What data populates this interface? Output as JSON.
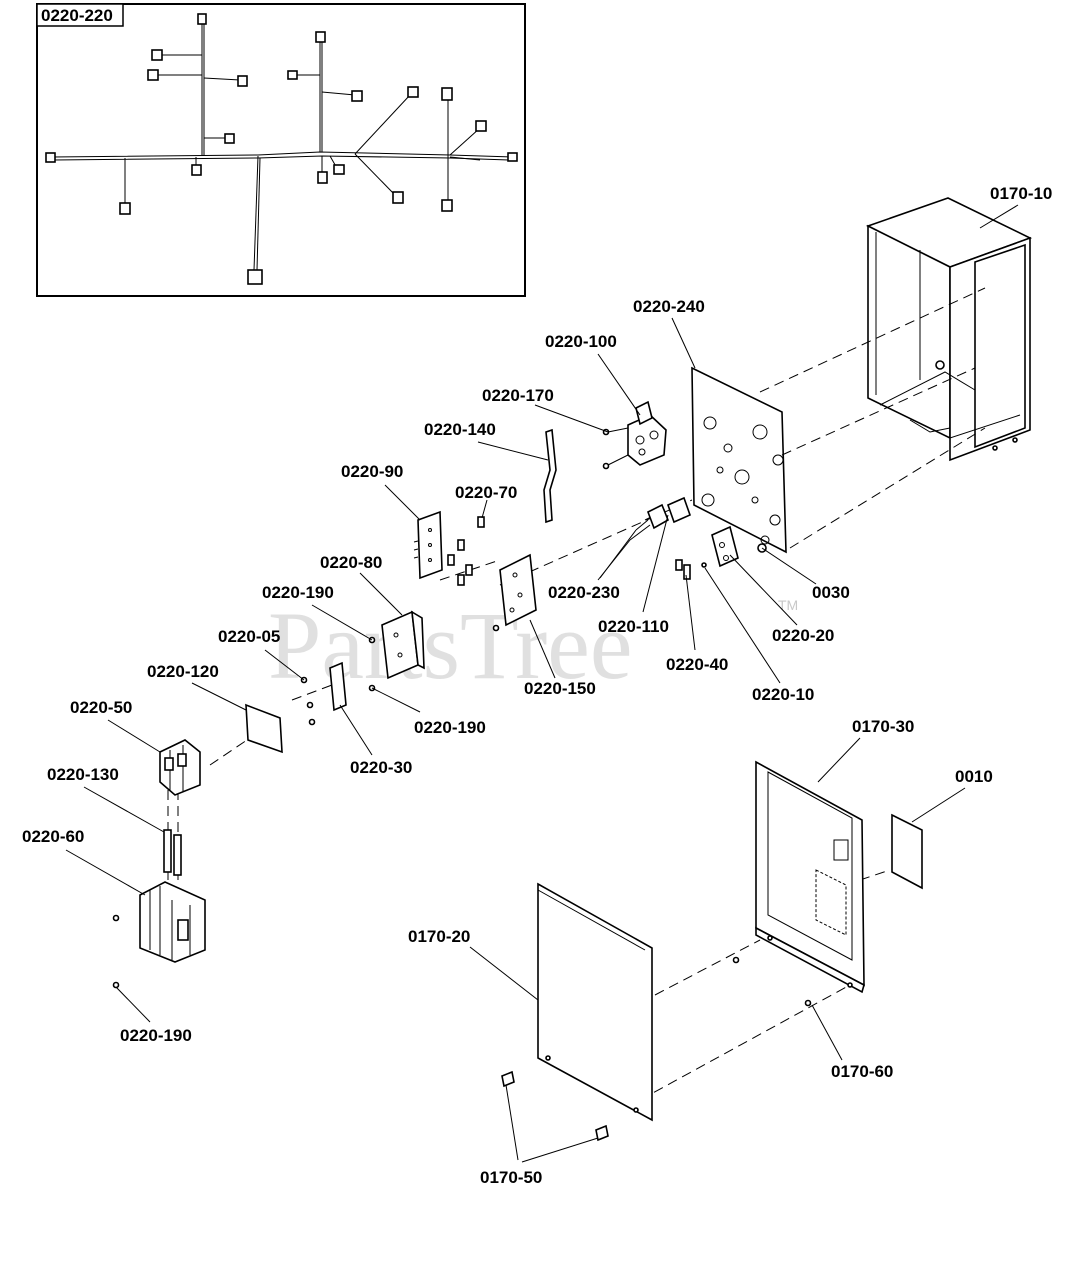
{
  "inset": {
    "label": "0220-220"
  },
  "watermark": {
    "text": "PartsTree",
    "trademark": "TM"
  },
  "callouts": [
    {
      "id": "0170-10",
      "text": "0170-10"
    },
    {
      "id": "0220-240",
      "text": "0220-240"
    },
    {
      "id": "0220-100",
      "text": "0220-100"
    },
    {
      "id": "0220-170",
      "text": "0220-170"
    },
    {
      "id": "0220-140",
      "text": "0220-140"
    },
    {
      "id": "0220-90",
      "text": "0220-90"
    },
    {
      "id": "0220-70",
      "text": "0220-70"
    },
    {
      "id": "0220-80",
      "text": "0220-80"
    },
    {
      "id": "0220-190a",
      "text": "0220-190"
    },
    {
      "id": "0220-05",
      "text": "0220-05"
    },
    {
      "id": "0220-120",
      "text": "0220-120"
    },
    {
      "id": "0220-50",
      "text": "0220-50"
    },
    {
      "id": "0220-230",
      "text": "0220-230"
    },
    {
      "id": "0030",
      "text": "0030"
    },
    {
      "id": "0220-110",
      "text": "0220-110"
    },
    {
      "id": "0220-20",
      "text": "0220-20"
    },
    {
      "id": "0220-40",
      "text": "0220-40"
    },
    {
      "id": "0220-150",
      "text": "0220-150"
    },
    {
      "id": "0220-10",
      "text": "0220-10"
    },
    {
      "id": "0220-190b",
      "text": "0220-190"
    },
    {
      "id": "0220-30",
      "text": "0220-30"
    },
    {
      "id": "0170-30",
      "text": "0170-30"
    },
    {
      "id": "0010",
      "text": "0010"
    },
    {
      "id": "0220-130",
      "text": "0220-130"
    },
    {
      "id": "0220-60",
      "text": "0220-60"
    },
    {
      "id": "0170-20",
      "text": "0170-20"
    },
    {
      "id": "0220-190c",
      "text": "0220-190"
    },
    {
      "id": "0170-60",
      "text": "0170-60"
    },
    {
      "id": "0170-50",
      "text": "0170-50"
    }
  ]
}
